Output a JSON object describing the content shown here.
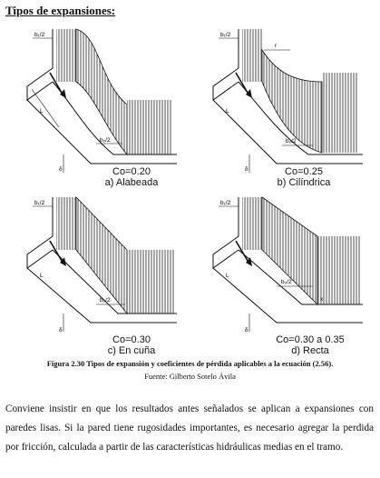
{
  "heading": "Tipos de expansiones:",
  "panels": [
    {
      "coef": "Co=0.20",
      "name": "a) Alabeada"
    },
    {
      "coef": "Co=0.25",
      "name": "b) Cilíndrica"
    },
    {
      "coef": "Co=0.30",
      "name": "c) En cuña"
    },
    {
      "coef": "Co=0.30 a 0.35",
      "name": "d) Recta"
    }
  ],
  "labels": {
    "b1": "b₁/2",
    "b2": "b₂/2",
    "length": "L",
    "delta": "δ",
    "radius": "r",
    "small_x": "x"
  },
  "figure": {
    "caption": "Figura 2.30 Tipos de expansión y coeficientes de pérdida aplicables a la ecuación (2.56).",
    "source": "Fuente: Gilberto Sotelo Ávila"
  },
  "body_text": "Conviene insistir en que los resultados antes señalados se aplican a expansiones con paredes lisas. Si la pared tiene rugosidades importantes, es necesario agregar la perdida por fricción, calculada a partir de las características hidráulicas medias en el tramo."
}
